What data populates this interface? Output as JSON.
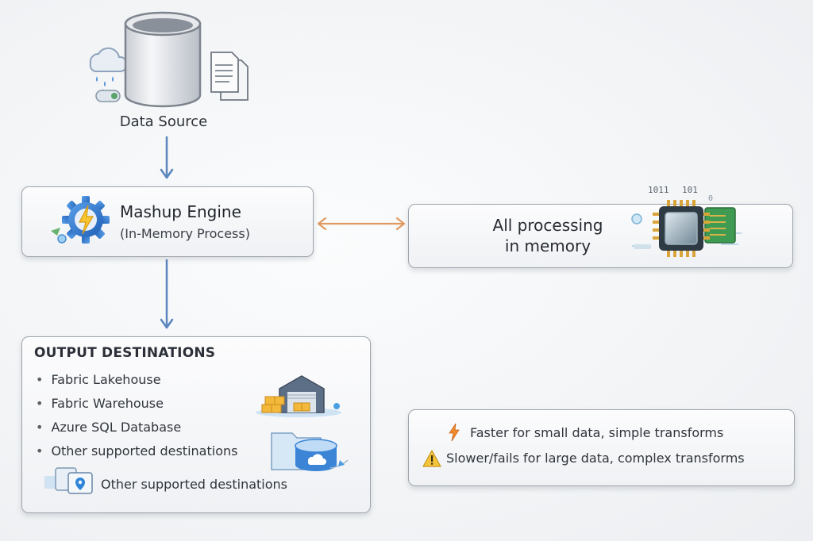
{
  "data_source": {
    "label": "Data Source"
  },
  "engine": {
    "title": "Mashup Engine",
    "subtitle": "(In-Memory Process)"
  },
  "memory": {
    "line1": "All processing",
    "line2": "in memory",
    "binary_a": "1011",
    "binary_b": "101",
    "binary_c": "0"
  },
  "outputs": {
    "heading": "OUTPUT DESTINATIONS",
    "items": [
      "Fabric Lakehouse",
      "Fabric Warehouse",
      "Azure SQL Database",
      "Other supported destinations"
    ],
    "footer": "Other supported destinations"
  },
  "notes": {
    "fast": "Faster for small data, simple transforms",
    "slow": "Slower/fails for large data, complex transforms"
  },
  "colors": {
    "flow_arrow": "#5b86bd",
    "bidirectional_arrow": "#df9a62",
    "card_border": "#9ea4ad"
  }
}
